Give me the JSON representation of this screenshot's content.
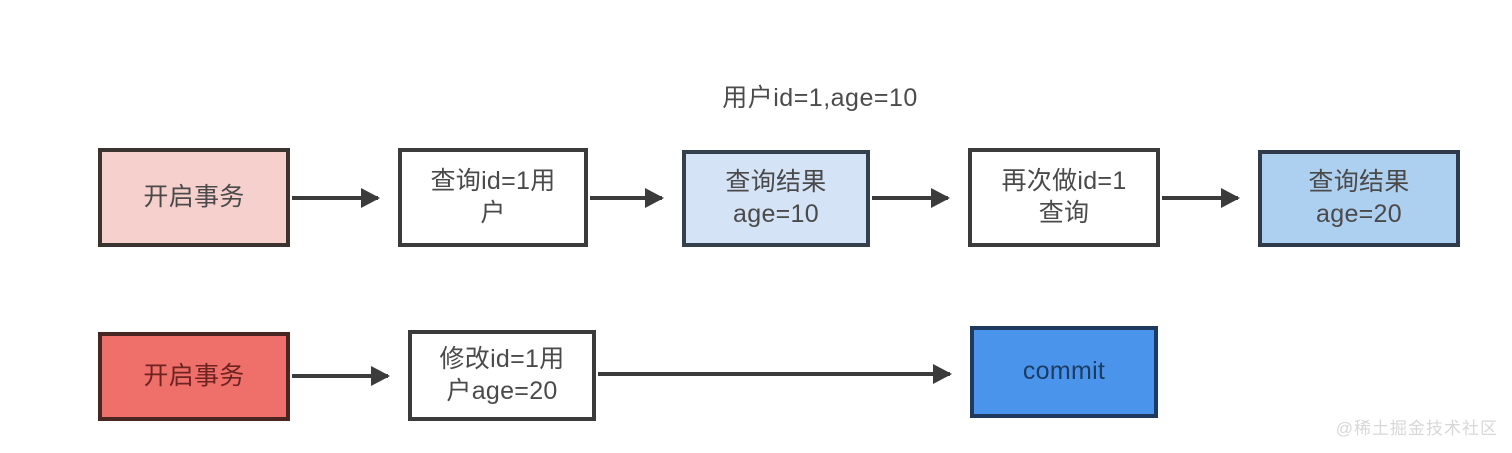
{
  "diagram": {
    "caption": "用户id=1,age=10",
    "watermark": "@稀土掘金技术社区",
    "colors": {
      "pink_light": "#f5d0cd",
      "red": "#ef6f6a",
      "blue_pale": "#d5e3f7",
      "blue_light": "#aed0f0",
      "blue_strong": "#4b94ec",
      "stroke": "#3b3b3b",
      "text": "#4a4a4a",
      "background": "#ffffff"
    },
    "rows": [
      {
        "name": "transaction-a",
        "nodes": [
          {
            "id": "begin-tx-1",
            "label": "开启事务",
            "fill": "#f5d0cd"
          },
          {
            "id": "query-1",
            "label": "查询id=1用\n户",
            "fill": "#ffffff"
          },
          {
            "id": "result-10",
            "label": "查询结果\nage=10",
            "fill": "#d5e3f7"
          },
          {
            "id": "query-2",
            "label": "再次做id=1\n查询",
            "fill": "#ffffff"
          },
          {
            "id": "result-20",
            "label": "查询结果\nage=20",
            "fill": "#aed0f0"
          }
        ],
        "arrows": 4
      },
      {
        "name": "transaction-b",
        "nodes": [
          {
            "id": "begin-tx-2",
            "label": "开启事务",
            "fill": "#ef6f6a"
          },
          {
            "id": "update",
            "label": "修改id=1用\n户age=20",
            "fill": "#ffffff"
          },
          {
            "id": "commit",
            "label": "commit",
            "fill": "#4b94ec"
          }
        ],
        "arrows": 2
      }
    ]
  }
}
